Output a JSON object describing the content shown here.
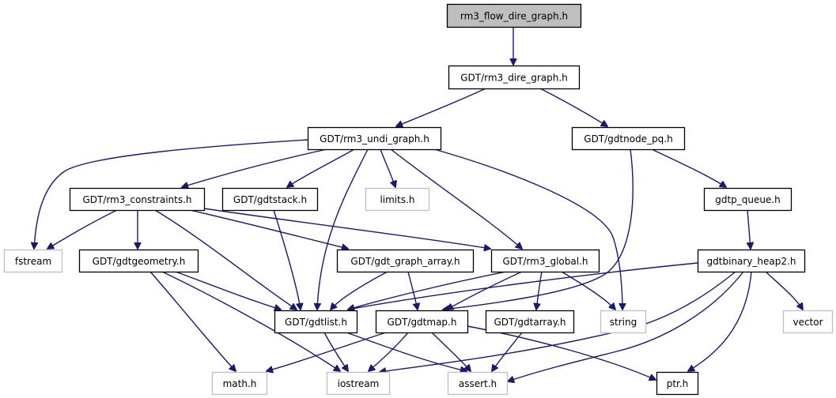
{
  "title": "rm3_flow_dire_graph.h",
  "colors": {
    "edge": "#191970",
    "root_fill": "#bfbfbf",
    "node_border": "#000000",
    "external_border": "#bfbfbf",
    "node_fill": "#ffffff"
  },
  "nodes": [
    {
      "id": "rm3_flow_dire_graph",
      "label": "rm3_flow_dire_graph.h",
      "kind": "root"
    },
    {
      "id": "rm3_dire_graph",
      "label": "GDT/rm3_dire_graph.h",
      "kind": "documented"
    },
    {
      "id": "rm3_undi_graph",
      "label": "GDT/rm3_undi_graph.h",
      "kind": "documented"
    },
    {
      "id": "gdtnode_pq",
      "label": "GDT/gdtnode_pq.h",
      "kind": "documented"
    },
    {
      "id": "rm3_constraints",
      "label": "GDT/rm3_constraints.h",
      "kind": "documented"
    },
    {
      "id": "gdtstack",
      "label": "GDT/gdtstack.h",
      "kind": "documented"
    },
    {
      "id": "limits",
      "label": "limits.h",
      "kind": "external"
    },
    {
      "id": "gdtp_queue",
      "label": "gdtp_queue.h",
      "kind": "documented"
    },
    {
      "id": "fstream",
      "label": "fstream",
      "kind": "external"
    },
    {
      "id": "gdtgeometry",
      "label": "GDT/gdtgeometry.h",
      "kind": "documented"
    },
    {
      "id": "gdt_graph_array",
      "label": "GDT/gdt_graph_array.h",
      "kind": "documented"
    },
    {
      "id": "rm3_global",
      "label": "GDT/rm3_global.h",
      "kind": "documented"
    },
    {
      "id": "gdtbinary_heap2",
      "label": "gdtbinary_heap2.h",
      "kind": "documented"
    },
    {
      "id": "gdtlist",
      "label": "GDT/gdtlist.h",
      "kind": "documented"
    },
    {
      "id": "gdtmap",
      "label": "GDT/gdtmap.h",
      "kind": "documented"
    },
    {
      "id": "gdtarray",
      "label": "GDT/gdtarray.h",
      "kind": "documented"
    },
    {
      "id": "string",
      "label": "string",
      "kind": "external"
    },
    {
      "id": "vector",
      "label": "vector",
      "kind": "external"
    },
    {
      "id": "math",
      "label": "math.h",
      "kind": "external"
    },
    {
      "id": "iostream",
      "label": "iostream",
      "kind": "external"
    },
    {
      "id": "assert",
      "label": "assert.h",
      "kind": "external"
    },
    {
      "id": "ptr",
      "label": "ptr.h",
      "kind": "documented"
    }
  ],
  "edges": [
    [
      "rm3_flow_dire_graph",
      "rm3_dire_graph"
    ],
    [
      "rm3_dire_graph",
      "rm3_undi_graph"
    ],
    [
      "rm3_dire_graph",
      "gdtnode_pq"
    ],
    [
      "rm3_undi_graph",
      "fstream"
    ],
    [
      "rm3_undi_graph",
      "rm3_constraints"
    ],
    [
      "rm3_undi_graph",
      "gdtstack"
    ],
    [
      "rm3_undi_graph",
      "limits"
    ],
    [
      "rm3_undi_graph",
      "gdtlist"
    ],
    [
      "rm3_undi_graph",
      "rm3_global"
    ],
    [
      "rm3_undi_graph",
      "string"
    ],
    [
      "gdtnode_pq",
      "gdtp_queue"
    ],
    [
      "gdtnode_pq",
      "gdtmap"
    ],
    [
      "rm3_constraints",
      "fstream"
    ],
    [
      "rm3_constraints",
      "gdtgeometry"
    ],
    [
      "rm3_constraints",
      "gdtlist"
    ],
    [
      "rm3_constraints",
      "gdt_graph_array"
    ],
    [
      "rm3_constraints",
      "rm3_global"
    ],
    [
      "gdtstack",
      "gdtlist"
    ],
    [
      "gdtp_queue",
      "gdtbinary_heap2"
    ],
    [
      "gdtgeometry",
      "gdtlist"
    ],
    [
      "gdtgeometry",
      "math"
    ],
    [
      "gdtgeometry",
      "iostream"
    ],
    [
      "gdt_graph_array",
      "gdtlist"
    ],
    [
      "gdt_graph_array",
      "gdtmap"
    ],
    [
      "rm3_global",
      "gdtlist"
    ],
    [
      "rm3_global",
      "gdtmap"
    ],
    [
      "rm3_global",
      "gdtarray"
    ],
    [
      "rm3_global",
      "string"
    ],
    [
      "gdtbinary_heap2",
      "gdtlist"
    ],
    [
      "gdtbinary_heap2",
      "vector"
    ],
    [
      "gdtbinary_heap2",
      "iostream"
    ],
    [
      "gdtbinary_heap2",
      "assert"
    ],
    [
      "gdtbinary_heap2",
      "ptr"
    ],
    [
      "gdtlist",
      "iostream"
    ],
    [
      "gdtlist",
      "assert"
    ],
    [
      "gdtmap",
      "math"
    ],
    [
      "gdtmap",
      "iostream"
    ],
    [
      "gdtmap",
      "assert"
    ],
    [
      "gdtmap",
      "ptr"
    ],
    [
      "gdtarray",
      "assert"
    ]
  ]
}
